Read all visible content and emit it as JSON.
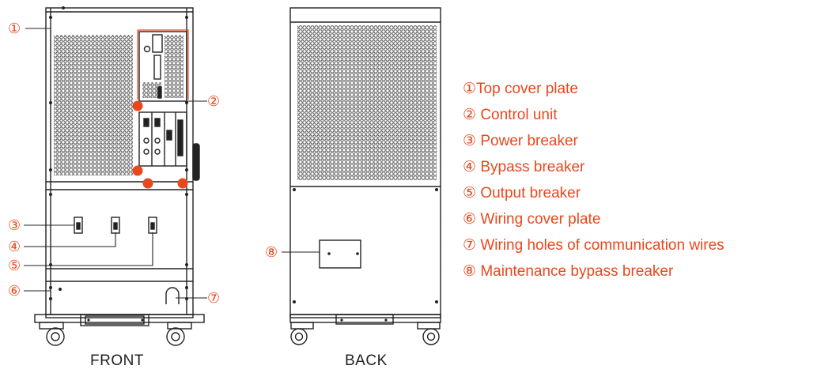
{
  "colors": {
    "accent": "#e8481d",
    "line": "#222222"
  },
  "views": {
    "front": {
      "label": "FRONT"
    },
    "back": {
      "label": "BACK"
    }
  },
  "callouts": {
    "c1": "①",
    "c2": "②",
    "c3": "③",
    "c4": "④",
    "c5": "⑤",
    "c6": "⑥",
    "c7": "⑦",
    "c8": "⑧"
  },
  "legend": [
    {
      "num": "①",
      "text": "Top cover plate"
    },
    {
      "num": "②",
      "text": " Control unit"
    },
    {
      "num": "③",
      "text": " Power  breaker"
    },
    {
      "num": "④",
      "text": " Bypass breaker"
    },
    {
      "num": "⑤",
      "text": " Output breaker"
    },
    {
      "num": "⑥",
      "text": " Wiring cover plate"
    },
    {
      "num": "⑦",
      "text": " Wiring  holes  of  communication  wires"
    },
    {
      "num": "⑧",
      "text": " Maintenance bypass breaker"
    }
  ]
}
